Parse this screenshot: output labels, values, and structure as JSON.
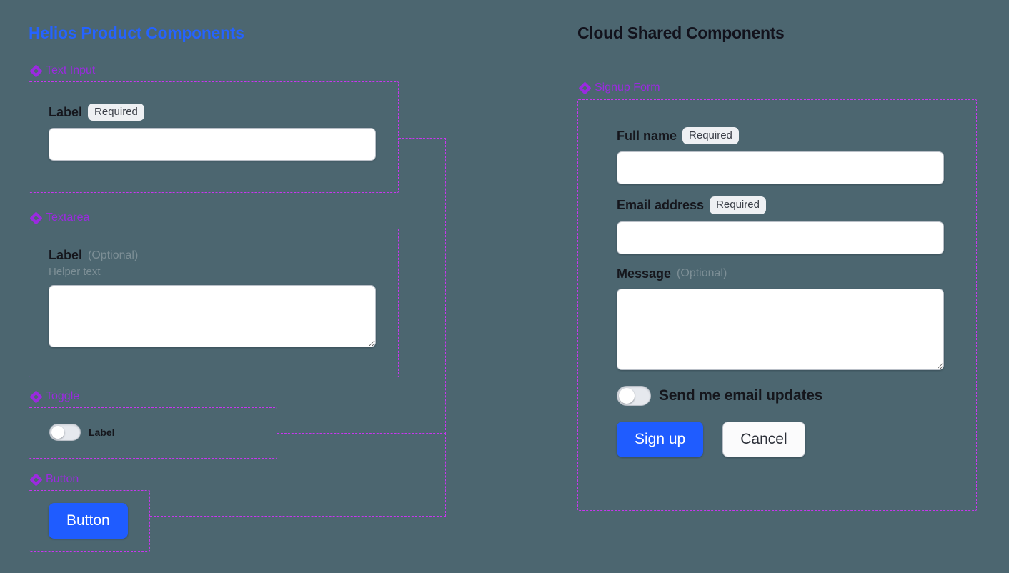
{
  "left_panel": {
    "title": "Helios Product Components",
    "sections": [
      {
        "icon": "diamond-icon",
        "label": "Text Input",
        "field": {
          "label": "Label",
          "badge": "Required",
          "value": "",
          "placeholder": ""
        }
      },
      {
        "icon": "diamond-icon",
        "label": "Textarea",
        "field": {
          "label": "Label",
          "optional": "(Optional)",
          "helper": "Helper text",
          "value": "",
          "placeholder": ""
        }
      },
      {
        "icon": "diamond-icon",
        "label": "Toggle",
        "field": {
          "label": "Label",
          "checked": false
        }
      },
      {
        "icon": "diamond-icon",
        "label": "Button",
        "field": {
          "label": "Button"
        }
      }
    ]
  },
  "right_panel": {
    "title": "Cloud Shared Components",
    "section": {
      "icon": "diamond-icon",
      "label": "Signup Form"
    },
    "form": {
      "full_name": {
        "label": "Full name",
        "badge": "Required",
        "value": "",
        "placeholder": ""
      },
      "email": {
        "label": "Email address",
        "badge": "Required",
        "value": "",
        "placeholder": ""
      },
      "message": {
        "label": "Message",
        "optional": "(Optional)",
        "value": "",
        "placeholder": ""
      },
      "updates_toggle": {
        "label": "Send me email updates",
        "checked": false
      },
      "submit_label": "Sign up",
      "cancel_label": "Cancel"
    }
  },
  "colors": {
    "background": "#4c6670",
    "left_title": "#2563ff",
    "right_title": "#12121c",
    "section_label": "#9b2ae0",
    "dashed_border": "#c936f0",
    "primary_button": "#1f5cff",
    "badge_bg": "#eef0f3",
    "muted_text": "#7d8f96"
  }
}
